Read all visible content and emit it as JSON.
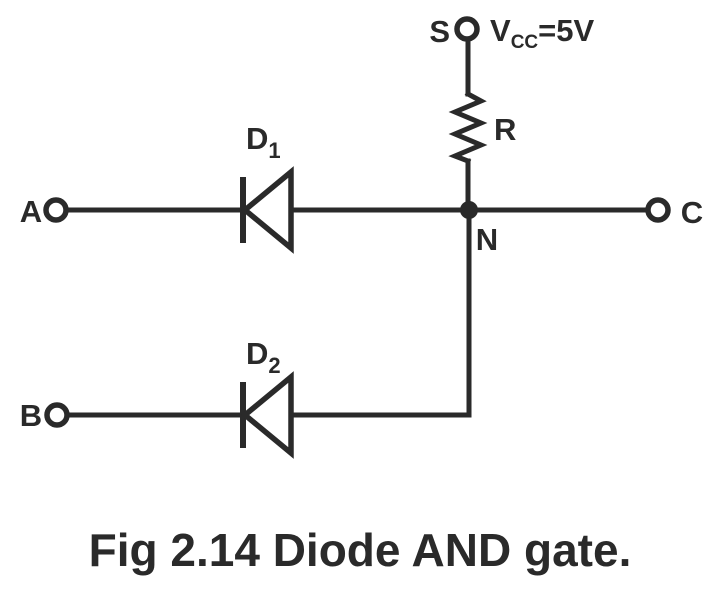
{
  "figure": {
    "caption": "Fig 2.14 Diode AND gate."
  },
  "supply": {
    "terminal_label": "S",
    "voltage_base": "V",
    "voltage_sub": "CC",
    "voltage_value": "=5V"
  },
  "resistor": {
    "label": "R"
  },
  "node": {
    "label": "N"
  },
  "terminals": {
    "input_a_label": "A",
    "input_b_label": "B",
    "output_c_label": "C"
  },
  "diodes": {
    "d1_base": "D",
    "d1_sub": "1",
    "d2_base": "D",
    "d2_sub": "2"
  },
  "colors": {
    "line": "#2a2a2a",
    "background": "#ffffff"
  }
}
